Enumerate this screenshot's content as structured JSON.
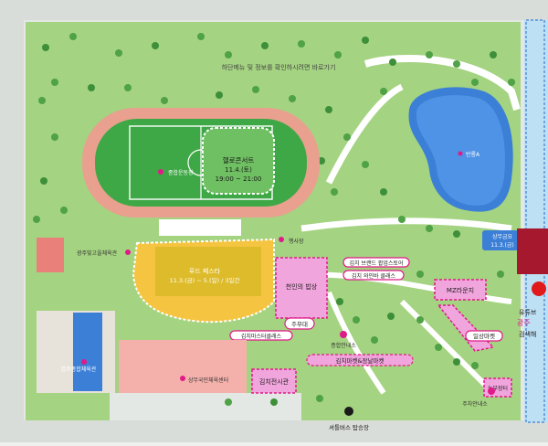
{
  "labels": {
    "header_link": "하단메뉴 및 정보를 확인하시려면 바로가기",
    "stadium": "종합운동장",
    "concert_title": "헬로콘서트",
    "concert_date": "11.4.(토)",
    "concert_time": "19:00 ~ 21:00",
    "lake": "반룡A",
    "cinema": "광주빛고을체육관",
    "tent": "행사장",
    "food_title": "푸드 페스타",
    "food_date": "11.3.(금) ~ 5.(일) / 3일간",
    "night_table": "천인의 밥상",
    "kimchi_brand": "김치 브랜드 팝업스토어",
    "kimchi_wine": "김치 와인바 클래스",
    "mz_lounge": "MZ라운지",
    "judae": "주무대",
    "kimchi_master": "김치마스터클래스",
    "kimchi_market": "김치마켓&장날마켓",
    "info_center": "종합안내소",
    "daily_market": "일상마켓",
    "kimchi_hall": "김치전시관",
    "culture_center": "상무국민체육센터",
    "sports_center": "염주종합체육관",
    "info_south": "주차안내소",
    "farm_market": "농부장터",
    "shuttle": "셔틀버스 탑승장",
    "sangmu_park_1": "상무금요",
    "sangmu_park_2": "11.3.(금)",
    "youtube_text_1": "유튜브",
    "youtube_text_2": "광주",
    "youtube_text_3": "검색해"
  },
  "colors": {
    "grass": "#a4d381",
    "path": "#ffffff",
    "road": "#cfd6cf",
    "track": "#e9a08f",
    "field": "#3fa846",
    "lake": "#3b7fd6",
    "pink": "#f1a5dd",
    "magenta": "#e01a88",
    "yellow": "#f5c441",
    "building": "#e7e2da"
  }
}
